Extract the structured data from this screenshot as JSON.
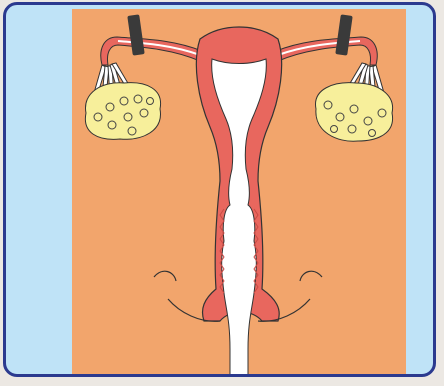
{
  "figure": {
    "subject": "female-reproductive-system",
    "annotations": "none",
    "colors": {
      "frame_border": "#2b3a8f",
      "frame_fill": "#bfe3f7",
      "background_panel": "#f2a56c",
      "uterus_wall": "#e8675e",
      "cavity": "#ffffff",
      "ovary": "#f7ef9b",
      "clip": "#3a3a3a"
    },
    "features": {
      "tubal_ligation_clips": 2,
      "ovaries": 2
    }
  }
}
